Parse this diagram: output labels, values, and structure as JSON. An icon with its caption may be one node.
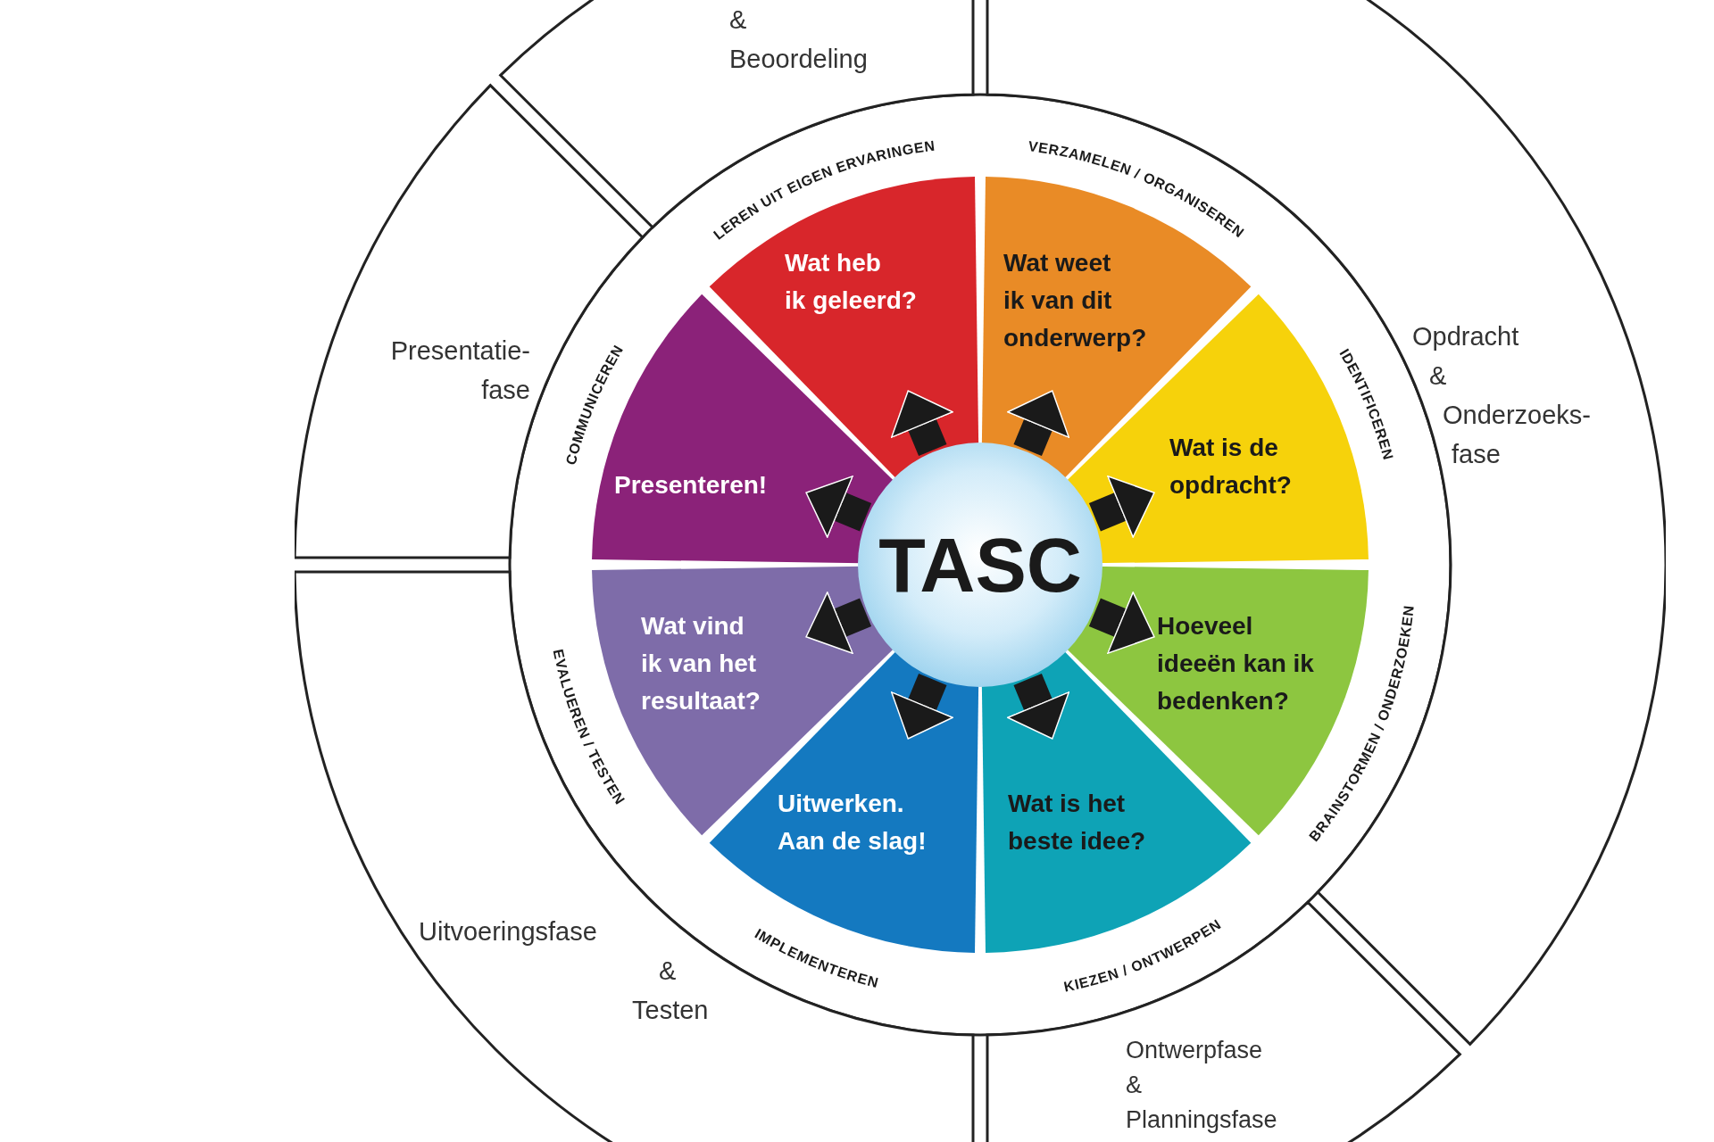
{
  "diagram": {
    "nodes": [
      {
        "text": [
          "& Beoordeling"
        ]
      },
      {
        "text": [
          "Presentatie- fase"
        ]
      },
      {
        "text": [
          "Opdracht & Onderzoeks- fase"
        ]
      },
      {
        "text": [
          "Uitvoeringsfase & Testen"
        ]
      },
      {
        "text": [
          "Ontwerpfase & Planningsfase"
        ]
      },
      {
        "text": [
          "TASC"
        ]
      },
      {
        "text": [
          "Wat heb ik geleerd?"
        ]
      },
      {
        "text": [
          "Wat weet ik van dit onderwerp?"
        ]
      },
      {
        "text": [
          "Wat is de opdracht?"
        ]
      },
      {
        "text": [
          "Hoeveel ideeën kan ik bedenken?"
        ]
      },
      {
        "text": [
          "Wat is het beste idee?"
        ]
      },
      {
        "text": [
          "Uitwerken. Aan de slag!"
        ]
      },
      {
        "text": [
          "Wat vind ik van het resultaat?"
        ]
      },
      {
        "text": [
          "Presenteren!"
        ]
      }
    ],
    "edges": [
      {
        "from": 5,
        "to": 6,
        "arrow": "to"
      },
      {
        "from": 5,
        "to": 7,
        "arrow": "to"
      },
      {
        "from": 5,
        "to": 8,
        "arrow": "to"
      },
      {
        "from": 5,
        "to": 9,
        "arrow": "to"
      },
      {
        "from": 5,
        "to": 10,
        "arrow": "to"
      },
      {
        "from": 5,
        "to": 11,
        "arrow": "to"
      },
      {
        "from": 5,
        "to": 12,
        "arrow": "to"
      },
      {
        "from": 5,
        "to": 13,
        "arrow": "to"
      }
    ],
    "labels": [
      "LEREN UIT EIGEN ERVARINGEN",
      "VERZAMELEN / ORGANISEREN",
      "IDENTIFICEREN",
      "BRAINSTORMEN / ONDERZOEKEN",
      "KIEZEN / ONTWERPEN",
      "IMPLEMENTEREN",
      "EVALUEREN / TESTEN",
      "COMMUNICEREN"
    ]
  }
}
